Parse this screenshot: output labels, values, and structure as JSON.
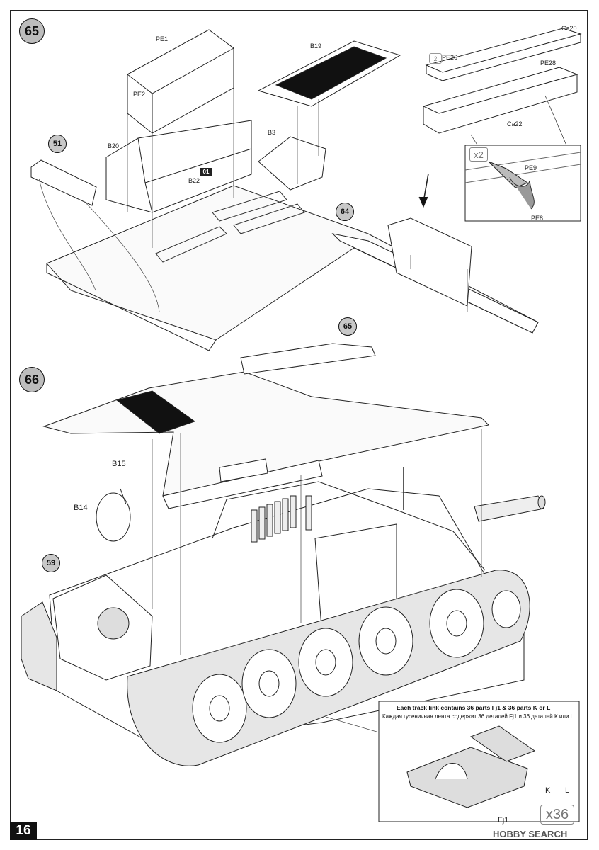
{
  "page": {
    "number": "16",
    "watermark": "HOBBY SEARCH"
  },
  "steps": [
    {
      "id": "step-65",
      "number": "65"
    },
    {
      "id": "step-66",
      "number": "66"
    }
  ],
  "refs": {
    "r51": "51",
    "r64": "64",
    "r65": "65",
    "r59": "59"
  },
  "labels": {
    "pe1": "PE1",
    "pe2": "PE2",
    "b19": "B19",
    "b20": "B20",
    "b3": "B3",
    "b22": "B22",
    "flag": "01",
    "ca20": "Ca20",
    "pe26": "PE26",
    "pe28": "PE28",
    "ca22": "Ca22",
    "pe9": "PE9",
    "pe8": "PE8",
    "b15": "B15",
    "b14": "B14",
    "fj1": "Fj1",
    "k": "K",
    "l": "L"
  },
  "multipliers": {
    "x2_inset": "x2",
    "x2_small": "2",
    "x36": "x36"
  },
  "notes": {
    "track_en": "Each track link contains 36 parts Fj1 & 36 parts K or L",
    "track_ru": "Каждая гусеничная лента содержит 36 деталей Fj1 и 36 деталей К или L"
  }
}
